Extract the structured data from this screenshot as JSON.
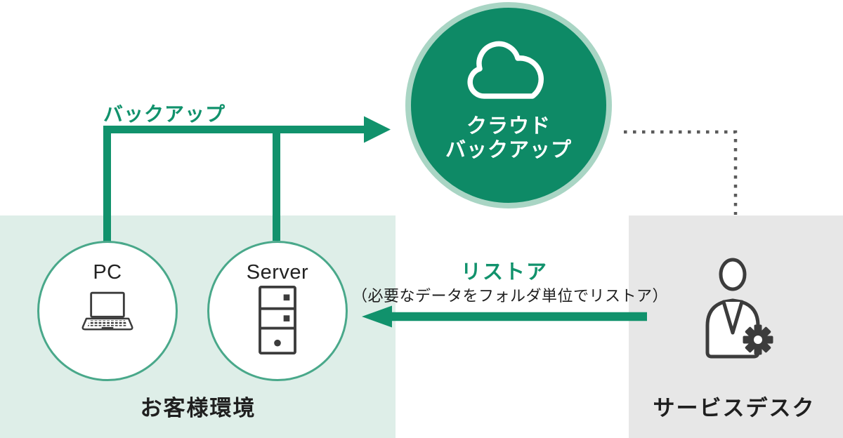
{
  "colors": {
    "green": "#11926C",
    "circle-green": "#0E8A66",
    "circle-ring": "#A9D5C4",
    "node-ring": "#49A88A",
    "light-green-bg": "#DEEEE8",
    "gray-bg": "#E7E7E7",
    "dark-text": "#1F1F1F",
    "icon-stroke": "#3C3C3C",
    "dotted-line": "#5A5A5A"
  },
  "cloud": {
    "line1": "クラウド",
    "line2": "バックアップ"
  },
  "flows": {
    "backup_label": "バックアップ",
    "restore_label": "リストア",
    "restore_note": "（必要なデータをフォルダ単位でリストア）"
  },
  "customer": {
    "zone_label": "お客様環境",
    "pc_label": "PC",
    "server_label": "Server"
  },
  "service": {
    "zone_label": "サービスデスク"
  },
  "icons": {
    "cloud": "cloud-outline",
    "pc": "laptop-outline",
    "server": "server-tower-outline",
    "service_desk": "person-with-gear"
  }
}
